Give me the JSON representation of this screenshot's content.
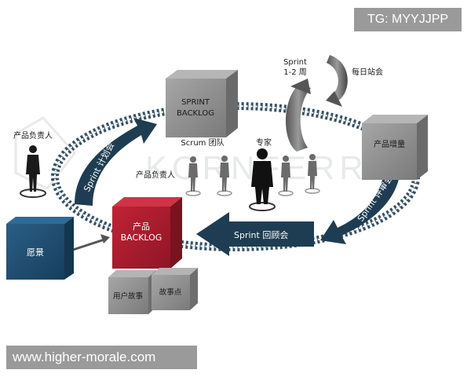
{
  "overlay": {
    "top_tag": "TG: MYYJJPP",
    "bottom_tag": "www.higher-morale.com"
  },
  "watermark": "KORNFERRY",
  "boxes": {
    "vision": "愿景",
    "product_backlog_line1": "产品",
    "product_backlog_line2": "BACKLOG",
    "sprint_backlog_line1": "SPRINT",
    "sprint_backlog_line2": "BACKLOG",
    "product_increment": "产品增量",
    "user_story": "用户故事",
    "story_points": "故事点"
  },
  "labels": {
    "product_owner_left": "产品负责人",
    "product_owner_center": "产品负责人",
    "scrum_team": "Scrum 团队",
    "expert": "专家",
    "sprint_duration_line1": "Sprint",
    "sprint_duration_line2": "1-2 周",
    "daily_standup": "每日站会"
  },
  "arrows": {
    "sprint_planning": "Sprint 计划会",
    "sprint_review": "Sprint 评审会",
    "sprint_retrospective": "Sprint 回顾会"
  },
  "colors": {
    "navy": "#1f3d52",
    "crimson": "#a81c2e",
    "steel_blue": "#1c4a6e",
    "gray_box": "#8c8c8c"
  }
}
